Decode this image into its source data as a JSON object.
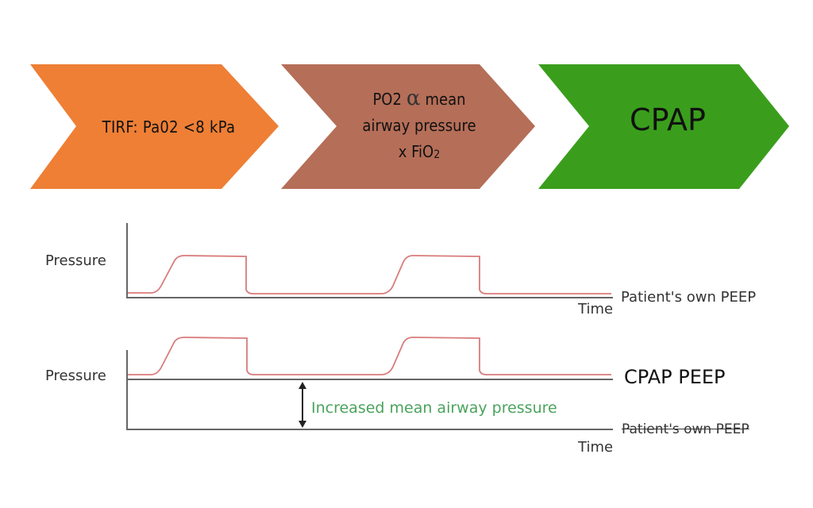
{
  "colors": {
    "step1": "#ee7f35",
    "step2": "#b56e58",
    "step3": "#3a9e1c",
    "waveform": "#d97b7b",
    "axis": "#666666",
    "annotation": "#4aa35c"
  },
  "flow": {
    "steps": [
      {
        "label": "TIRF: Pa02 <8 kPa"
      },
      {
        "line1_prefix": "PO2",
        "symbol": "α",
        "line1_suffix": "mean",
        "line2": "airway pressure",
        "line3_prefix": "x FiO",
        "line3_sub": "2"
      },
      {
        "label": "CPAP"
      }
    ]
  },
  "panel_top": {
    "y_label": "Pressure",
    "x_label": "Time",
    "baseline_label": "Patient's own PEEP"
  },
  "panel_bottom": {
    "y_label": "Pressure",
    "x_label": "Time",
    "cpap_label": "CPAP PEEP",
    "baseline_label": "Patient's own PEEP",
    "arrow_label": "Increased mean airway pressure",
    "arrow_icon": "double-headed-arrow"
  }
}
